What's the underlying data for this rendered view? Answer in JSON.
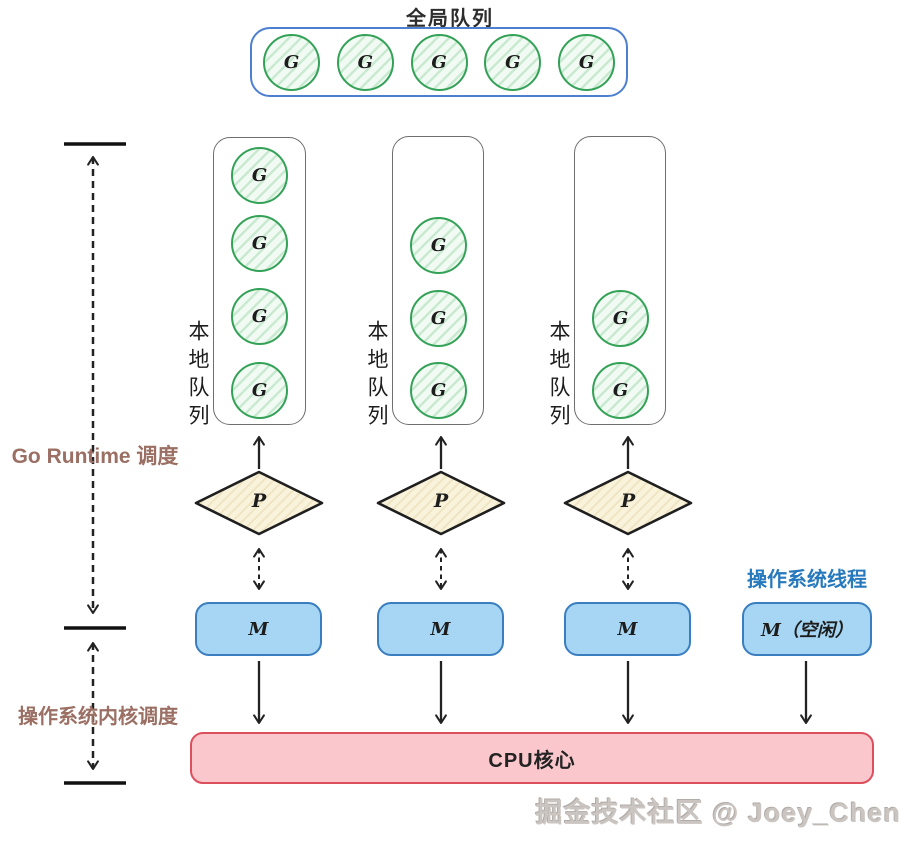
{
  "diagram": {
    "global_queue": {
      "title": "全局队列",
      "goroutines": [
        "G",
        "G",
        "G",
        "G",
        "G"
      ]
    },
    "local_queues": [
      {
        "label": "本地队列",
        "goroutines": [
          "G",
          "G",
          "G",
          "G"
        ]
      },
      {
        "label": "本地队列",
        "goroutines": [
          "G",
          "G",
          "G"
        ]
      },
      {
        "label": "本地队列",
        "goroutines": [
          "G",
          "G"
        ]
      }
    ],
    "processors": [
      "P",
      "P",
      "P"
    ],
    "machines": [
      "M",
      "M",
      "M"
    ],
    "machine_idle": "M（空闲）",
    "os_thread_label": "操作系统线程",
    "cpu_label": "CPU核心",
    "scopes": {
      "go_runtime": "Go Runtime 调度",
      "os_kernel": "操作系统内核调度"
    },
    "watermark": "掘金技术社区 @ Joey_Chen"
  },
  "colors": {
    "goroutine_green": "#33A257",
    "goroutine_fill": "#f1faf3",
    "processor_fill": "#FAF3DB",
    "machine_fill": "#A6D6F3",
    "machine_border": "#3A7EC0",
    "cpu_fill": "#F9C7CC",
    "cpu_border": "#DC4F5C",
    "global_queue_border": "#4C7FD0",
    "local_queue_border": "#6e6e6e",
    "os_thread_label_blue": "#2779BD",
    "scope_label_brown": "#9B6F63",
    "connector_dark": "#222222"
  }
}
